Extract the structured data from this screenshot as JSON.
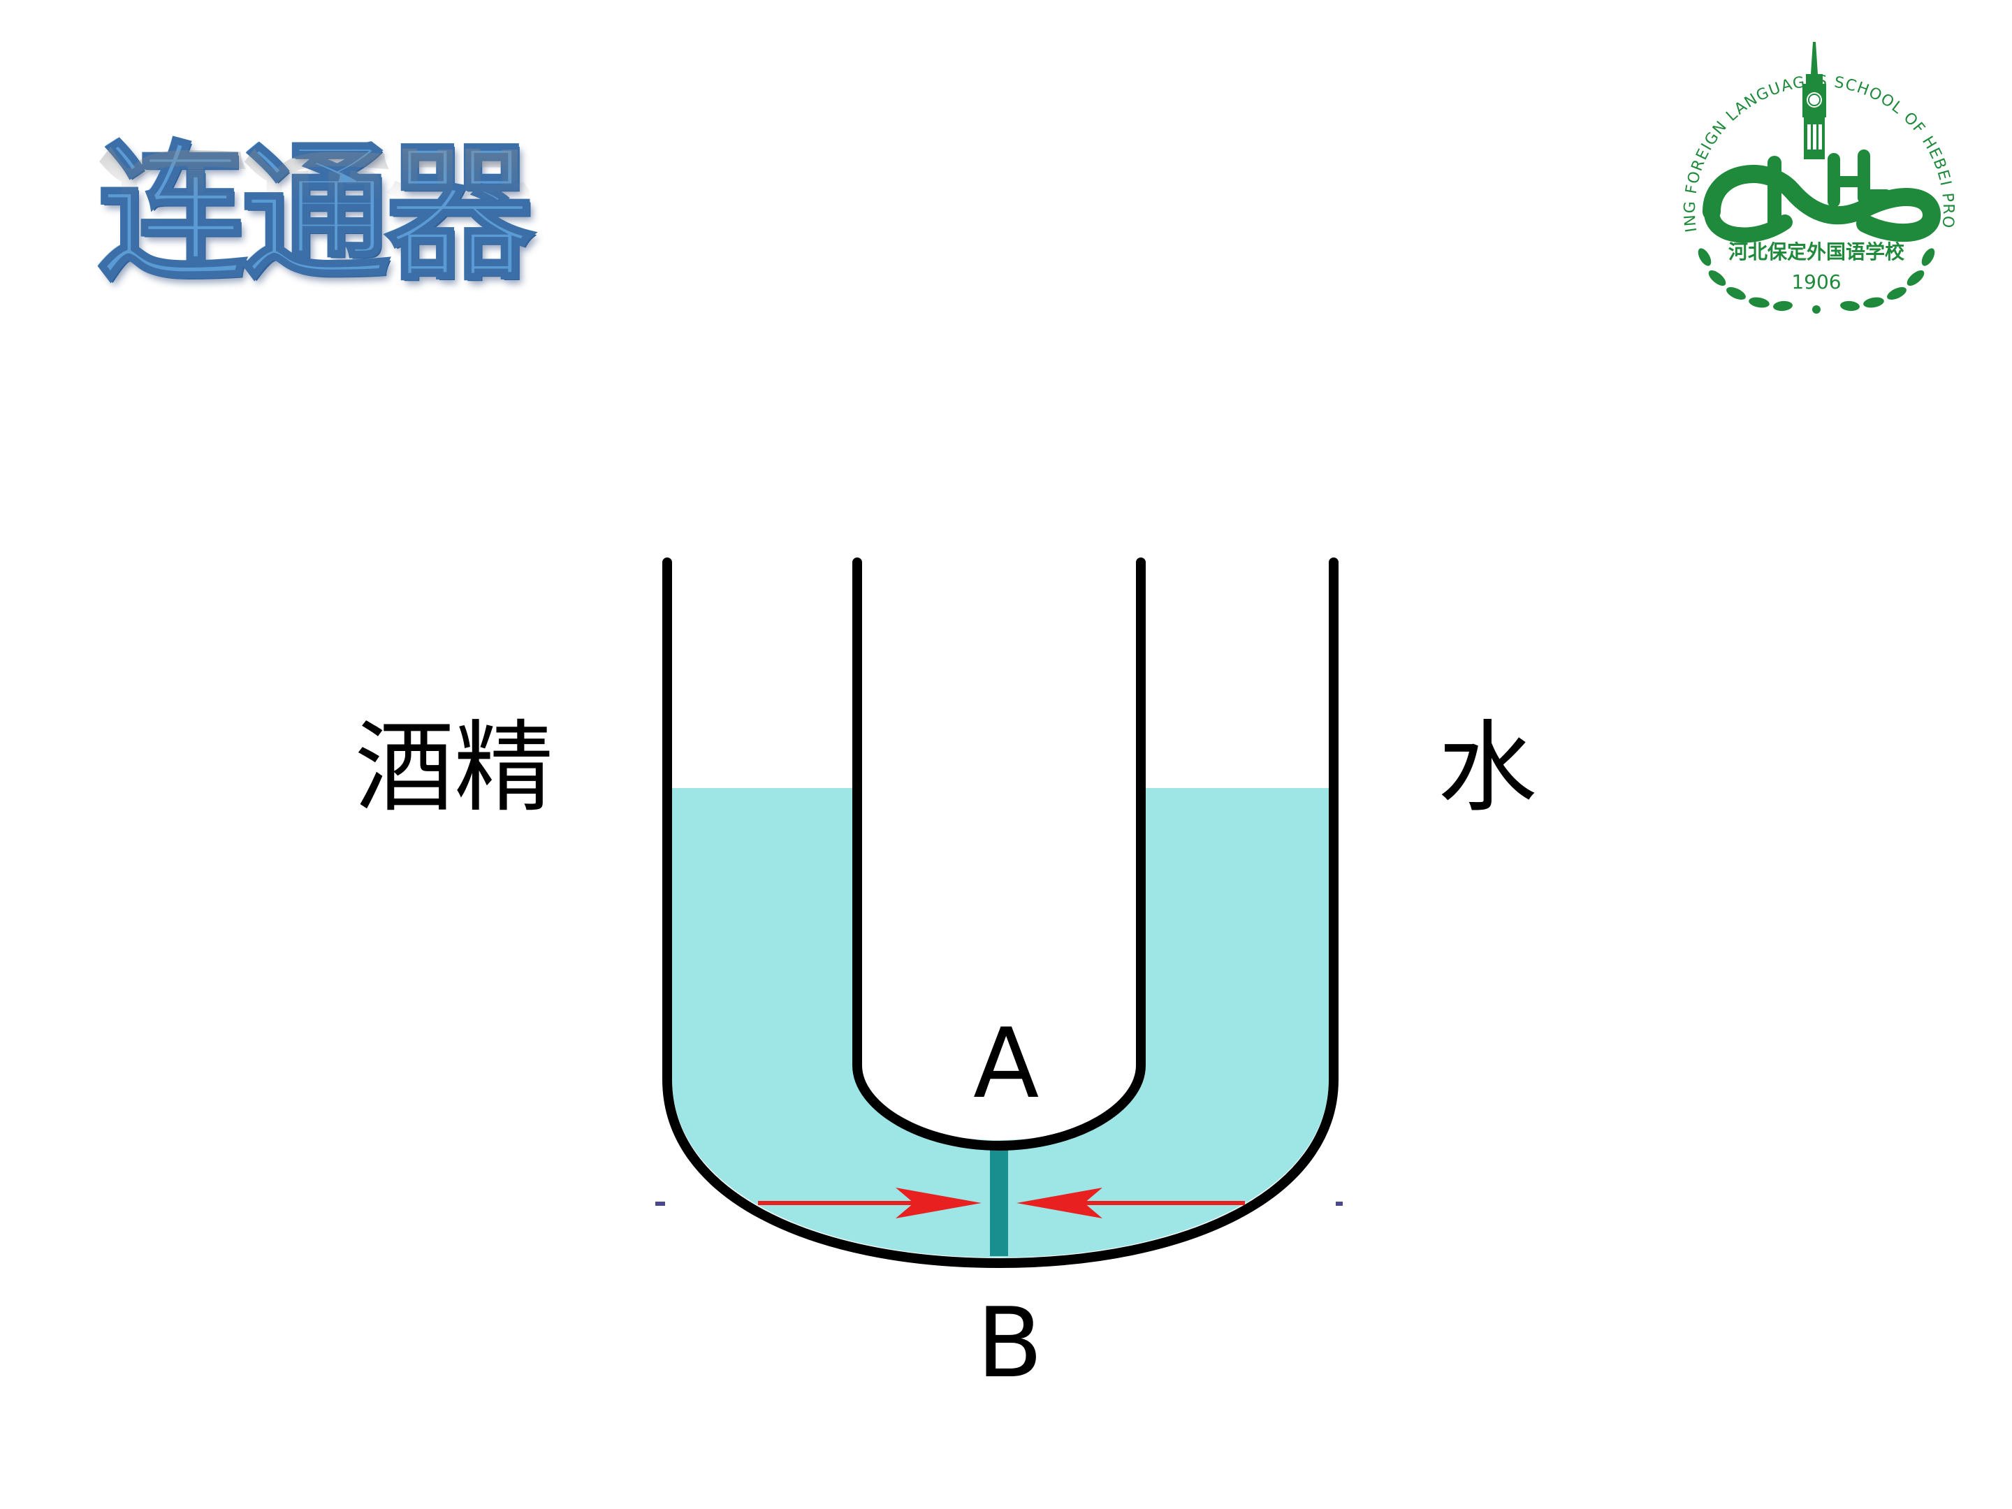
{
  "slide": {
    "title": "连通器"
  },
  "logo": {
    "ring_text": "BAODING FOREIGN LANGUAGES SCHOOL OF HEBEI PROVINCE",
    "chinese_name": "河北保定外国语学校",
    "year": "1906",
    "color": "#1f8a3b"
  },
  "diagram": {
    "left_liquid_label": "酒精",
    "right_liquid_label": "水",
    "point_upper_label": "A",
    "point_lower_label": "B",
    "liquid_color": "#9ee5e5",
    "tube_color": "#000000",
    "arrow_color": "#e82020",
    "divider_color": "#1a8f8f",
    "icons": [
      "u-tube-icon",
      "pressure-arrow-icon"
    ]
  }
}
